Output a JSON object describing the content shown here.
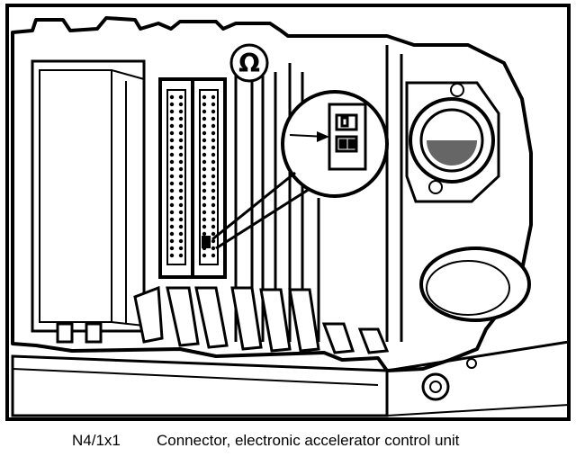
{
  "diagram": {
    "symbol": "Ω",
    "stroke_color": "#000000",
    "fill_color": "#ffffff",
    "icon": "ecu-housing-connector-illustration"
  },
  "caption": {
    "code": "N4/1x1",
    "description": "Connector, electronic accelerator control unit"
  }
}
